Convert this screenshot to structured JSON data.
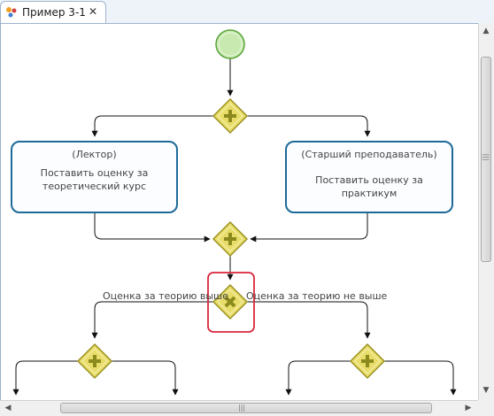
{
  "tab": {
    "title": "Пример 3-1",
    "close_glyph": "✕",
    "icon": "bpmn-process-icon"
  },
  "tasks": [
    {
      "role": "(Лектор)",
      "name": "Поставить оценку за теоретический курс"
    },
    {
      "role": "(Старший преподаватель)",
      "name": "Поставить оценку за практикум"
    }
  ],
  "flow_labels": {
    "left": "Оценка за теорию выше",
    "right": "Оценка за теорию не выше"
  },
  "gateways": {
    "parallel_glyph": "+",
    "exclusive_glyph": "✕"
  },
  "scrollbars": {
    "up": "▲",
    "down": "▼",
    "left": "◀",
    "right": "▶",
    "grip": "|||"
  },
  "colors": {
    "gateway_fill": "#e8dd6a",
    "gateway_stroke": "#9a9120",
    "gateway_mark": "#8c8a1c",
    "task_border": "#1d6a98",
    "start_event_fill": "#c8eab0",
    "start_event_stroke": "#5aa33a",
    "highlight": "#d9263a"
  }
}
